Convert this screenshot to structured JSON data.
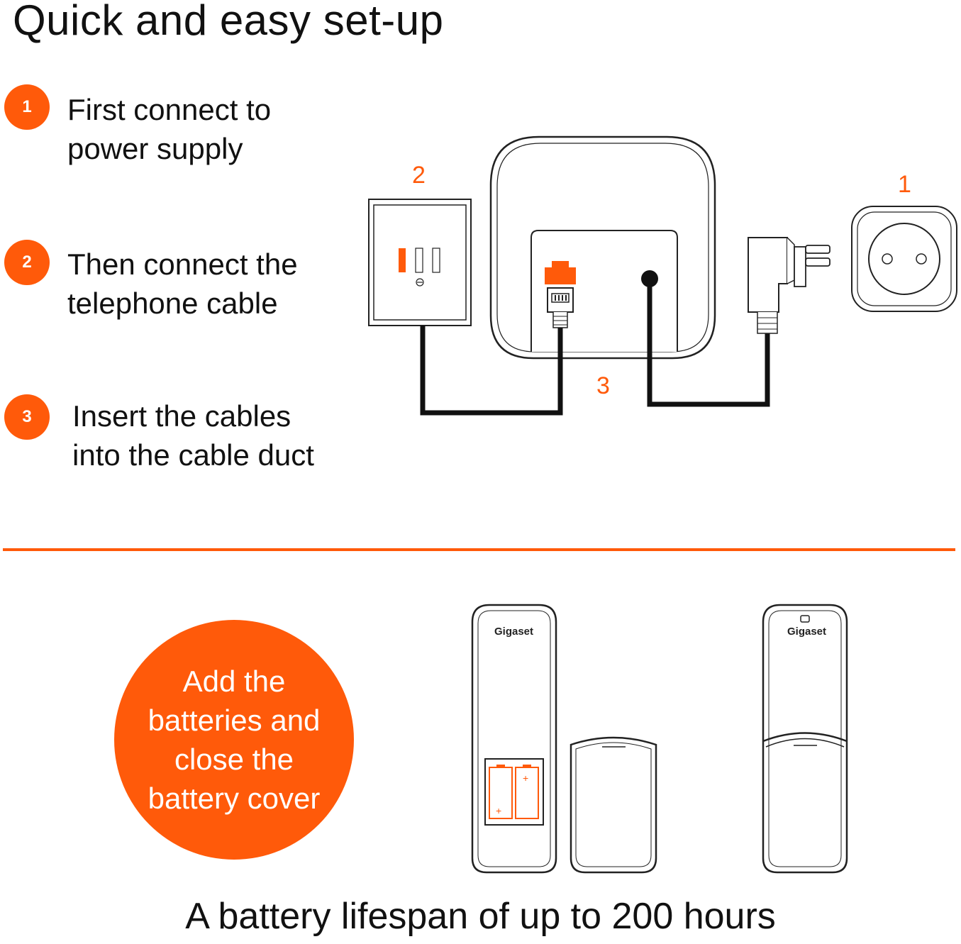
{
  "title": "Quick and easy set-up",
  "steps": [
    {
      "badge": "1",
      "text": "First connect to\npower supply"
    },
    {
      "badge": "2",
      "text": "Then connect the\ntelephone cable"
    },
    {
      "badge": "3",
      "text": "Insert the cables\ninto the cable duct"
    }
  ],
  "diagram_labels": {
    "wall_jack": "2",
    "socket": "1",
    "duct": "3"
  },
  "battery_instruction": "Add the\nbatteries and\nclose the\nbattery cover",
  "brand": "Gigaset",
  "footer": "A battery lifespan of up to 200 hours",
  "colors": {
    "accent": "#ff5a0a",
    "line": "#111111"
  }
}
